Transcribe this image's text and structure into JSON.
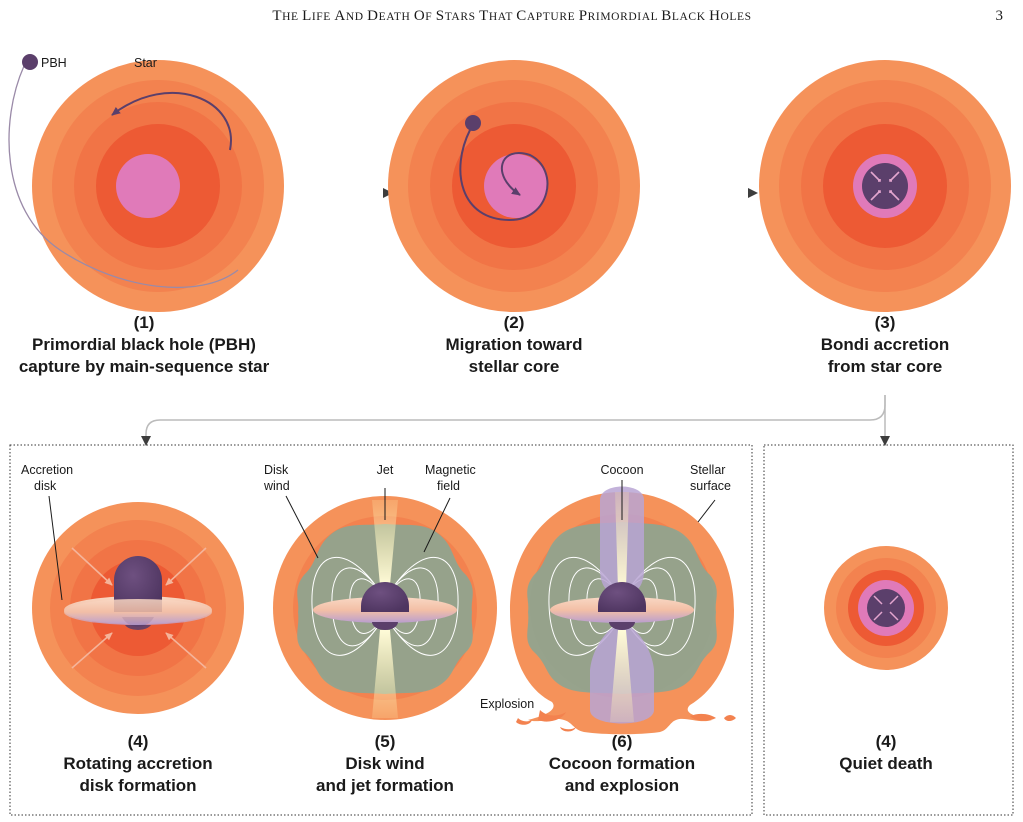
{
  "header": {
    "title": "The Life and Death of Stars That Capture Primordial Black Holes",
    "page_number": "3"
  },
  "labels": {
    "pbh": "PBH",
    "star": "Star",
    "accretion_disk_l1": "Accretion",
    "accretion_disk_l2": "disk",
    "disk_wind_l1": "Disk",
    "disk_wind_l2": "wind",
    "jet": "Jet",
    "magnetic_field_l1": "Magnetic",
    "magnetic_field_l2": "field",
    "cocoon": "Cocoon",
    "stellar_surface_l1": "Stellar",
    "stellar_surface_l2": "surface",
    "explosion": "Explosion"
  },
  "stages": [
    {
      "number": "(1)",
      "line1": "Primordial black hole (PBH)",
      "line2": "capture by main-sequence star"
    },
    {
      "number": "(2)",
      "line1": "Migration toward",
      "line2": "stellar core"
    },
    {
      "number": "(3)",
      "line1": "Bondi accretion",
      "line2": "from star core"
    },
    {
      "number": "(4)",
      "line1": "Rotating accretion",
      "line2": "disk formation"
    },
    {
      "number": "(5)",
      "line1": "Disk wind",
      "line2": "and jet formation"
    },
    {
      "number": "(6)",
      "line1": "Cocoon formation",
      "line2": "and explosion"
    },
    {
      "number": "(4)",
      "line1": "Quiet death",
      "line2": ""
    }
  ],
  "colors": {
    "star_layers": [
      "#f5925a",
      "#f3824f",
      "#f17446",
      "#ef673d",
      "#ed5a34"
    ],
    "core": "#e07ab9",
    "pbh": "#5b3f6b",
    "disk": "#f5c7ae",
    "wind": "#8ea590",
    "cocoon": "#b8a4d4",
    "arrow": "#3d3d3d"
  }
}
